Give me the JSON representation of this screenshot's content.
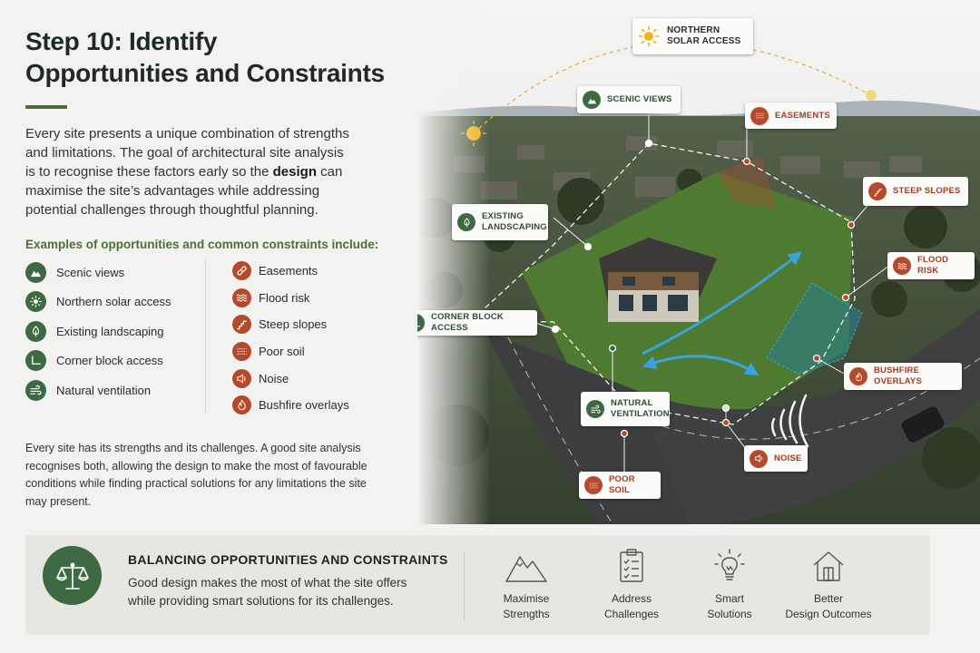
{
  "header": {
    "title_line1": "Step 10: Identify",
    "title_line2": "Opportunities and Constraints"
  },
  "intro": {
    "before": "Every site presents a unique combination of strengths and limitations. The goal of architectural site analysis is to recognise these factors early so the ",
    "bold": "design",
    "after": " can maximise the site’s advantages while addressing potential challenges through thoughtful planning."
  },
  "examples_heading": "Examples of opportunities and common constraints include:",
  "opportunities": [
    {
      "label": "Scenic views",
      "icon": "mountain-icon"
    },
    {
      "label": "Northern solar access",
      "icon": "sun-icon"
    },
    {
      "label": "Existing landscaping",
      "icon": "tree-icon"
    },
    {
      "label": "Corner block access",
      "icon": "corner-icon"
    },
    {
      "label": "Natural ventilation",
      "icon": "wind-icon"
    }
  ],
  "constraints": [
    {
      "label": "Easements",
      "icon": "pipe-icon"
    },
    {
      "label": "Flood risk",
      "icon": "wave-icon"
    },
    {
      "label": "Steep slopes",
      "icon": "slope-icon"
    },
    {
      "label": "Poor soil",
      "icon": "soil-icon"
    },
    {
      "label": "Noise",
      "icon": "speaker-icon"
    },
    {
      "label": "Bushfire overlays",
      "icon": "flame-icon"
    }
  ],
  "outro": "Every site has its strengths and its challenges. A good site analysis recognises both, allowing the design to make the most of favourable conditions while finding practical solutions for any limitations the site may present.",
  "scene_tags": {
    "solar": "NORTHERN SOLAR ACCESS",
    "views": "SCENIC VIEWS",
    "easements": "EASEMENTS",
    "slopes": "STEEP SLOPES",
    "landscaping": "EXISTING LANDSCAPING",
    "flood": "FLOOD RISK",
    "corner": "CORNER BLOCK ACCESS",
    "bushfire": "BUSHFIRE OVERLAYS",
    "ventilation": "NATURAL VENTILATION",
    "noise": "NOISE",
    "soil": "POOR SOIL"
  },
  "banner": {
    "title": "BALANCING OPPORTUNITIES AND CONSTRAINTS",
    "text": "Good design makes the most of what the site offers while providing smart solutions for its challenges.",
    "steps": [
      {
        "line1": "Maximise",
        "line2": "Strengths",
        "icon": "mountain-outline-icon"
      },
      {
        "line1": "Address",
        "line2": "Challenges",
        "icon": "clipboard-checklist-icon"
      },
      {
        "line1": "Smart",
        "line2": "Solutions",
        "icon": "lightbulb-icon"
      },
      {
        "line1": "Better",
        "line2": "Design Outcomes",
        "icon": "house-icon"
      }
    ]
  },
  "colors": {
    "opportunity": "#3e6a43",
    "constraint": "#b44a2b",
    "heading_green": "#4f6f3a",
    "banner_bg": "#e6e6e3"
  }
}
